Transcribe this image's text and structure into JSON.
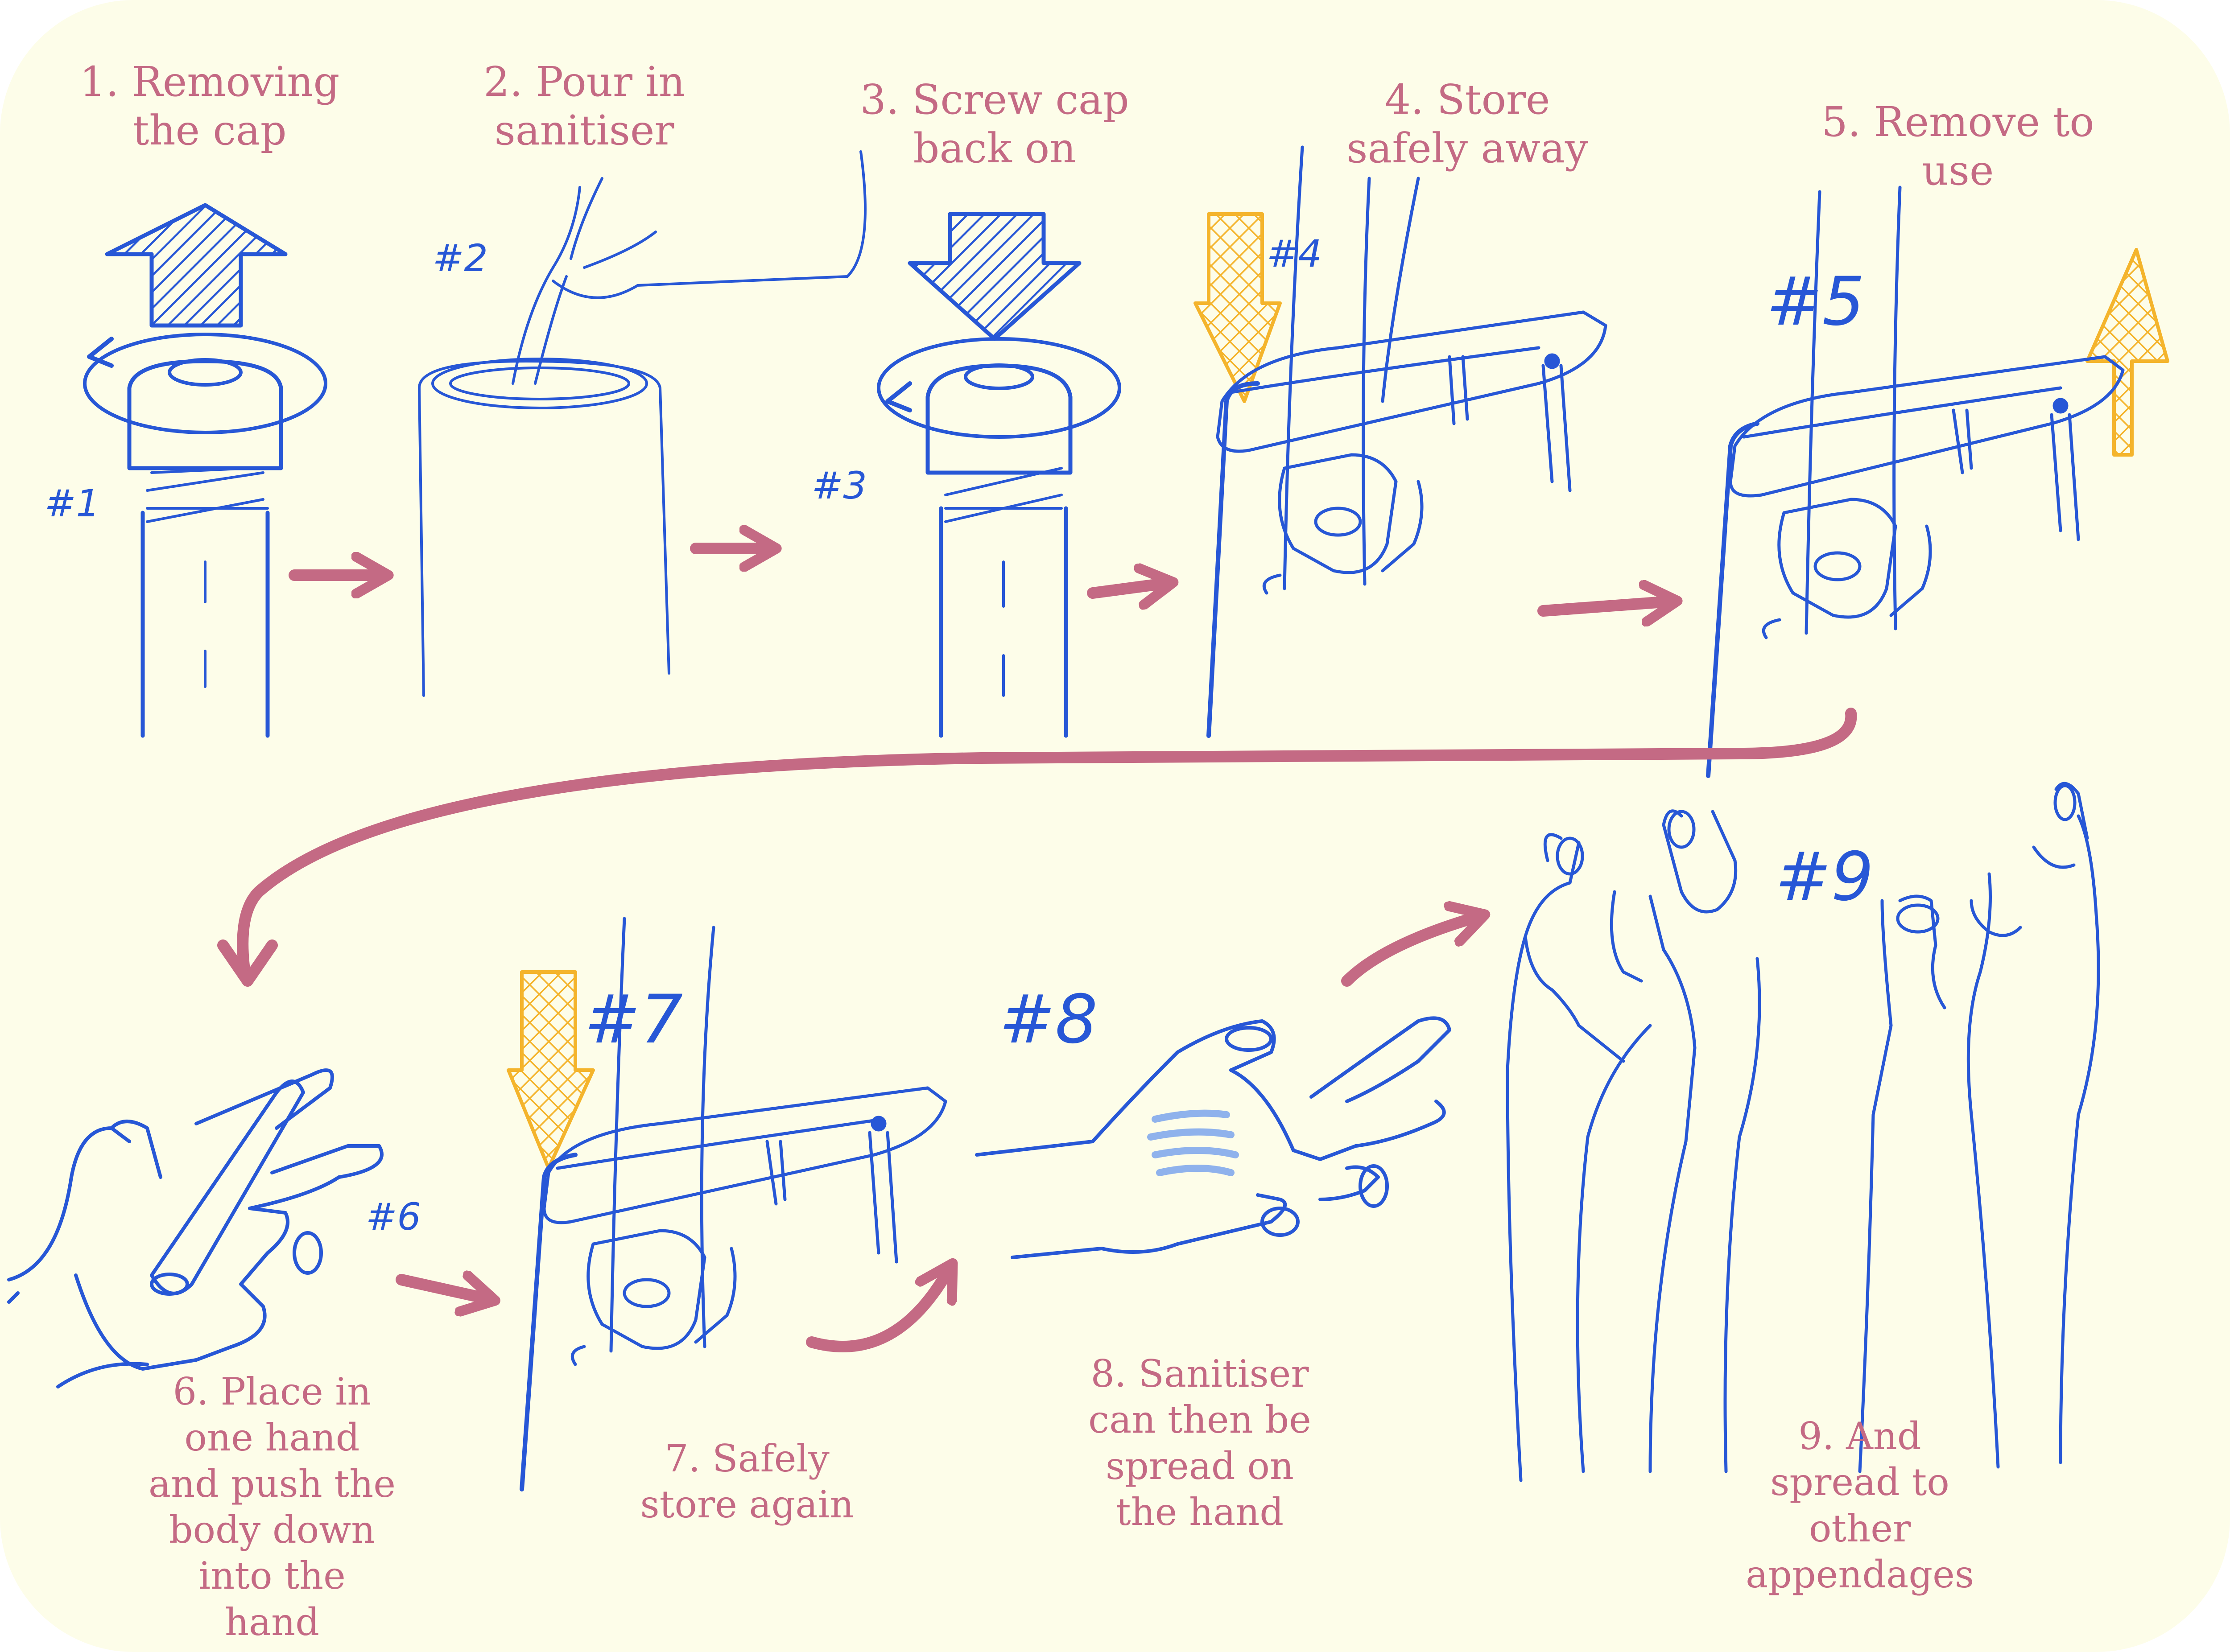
{
  "steps": [
    {
      "number": "#1",
      "caption": "1. Removing\nthe cap"
    },
    {
      "number": "#2",
      "caption": "2. Pour in\nsanitiser"
    },
    {
      "number": "#3",
      "caption": "3. Screw cap\nback on"
    },
    {
      "number": "#4",
      "caption": "4. Store\nsafely away"
    },
    {
      "number": "#5",
      "caption": "5. Remove to\nuse"
    },
    {
      "number": "#6",
      "caption": "6. Place in\none hand\nand push the\nbody down\ninto the\nhand"
    },
    {
      "number": "#7",
      "caption": "7. Safely\nstore again"
    },
    {
      "number": "#8",
      "caption": "8. Sanitiser\ncan then be\nspread on\nthe hand"
    },
    {
      "number": "#9",
      "caption": "9. And\nspread to\nother\nappendages"
    }
  ],
  "colors": {
    "background": "#fdfde9",
    "line_art": "#2757d6",
    "flow_arrow": "#c46a84",
    "motion_arrow_yellow": "#f4b42c",
    "sanitiser_smear": "#8fb2ec"
  },
  "icons": [
    "up-arrow-icon",
    "down-arrow-icon",
    "rotate-arrow-icon",
    "flow-arrow-icon"
  ]
}
